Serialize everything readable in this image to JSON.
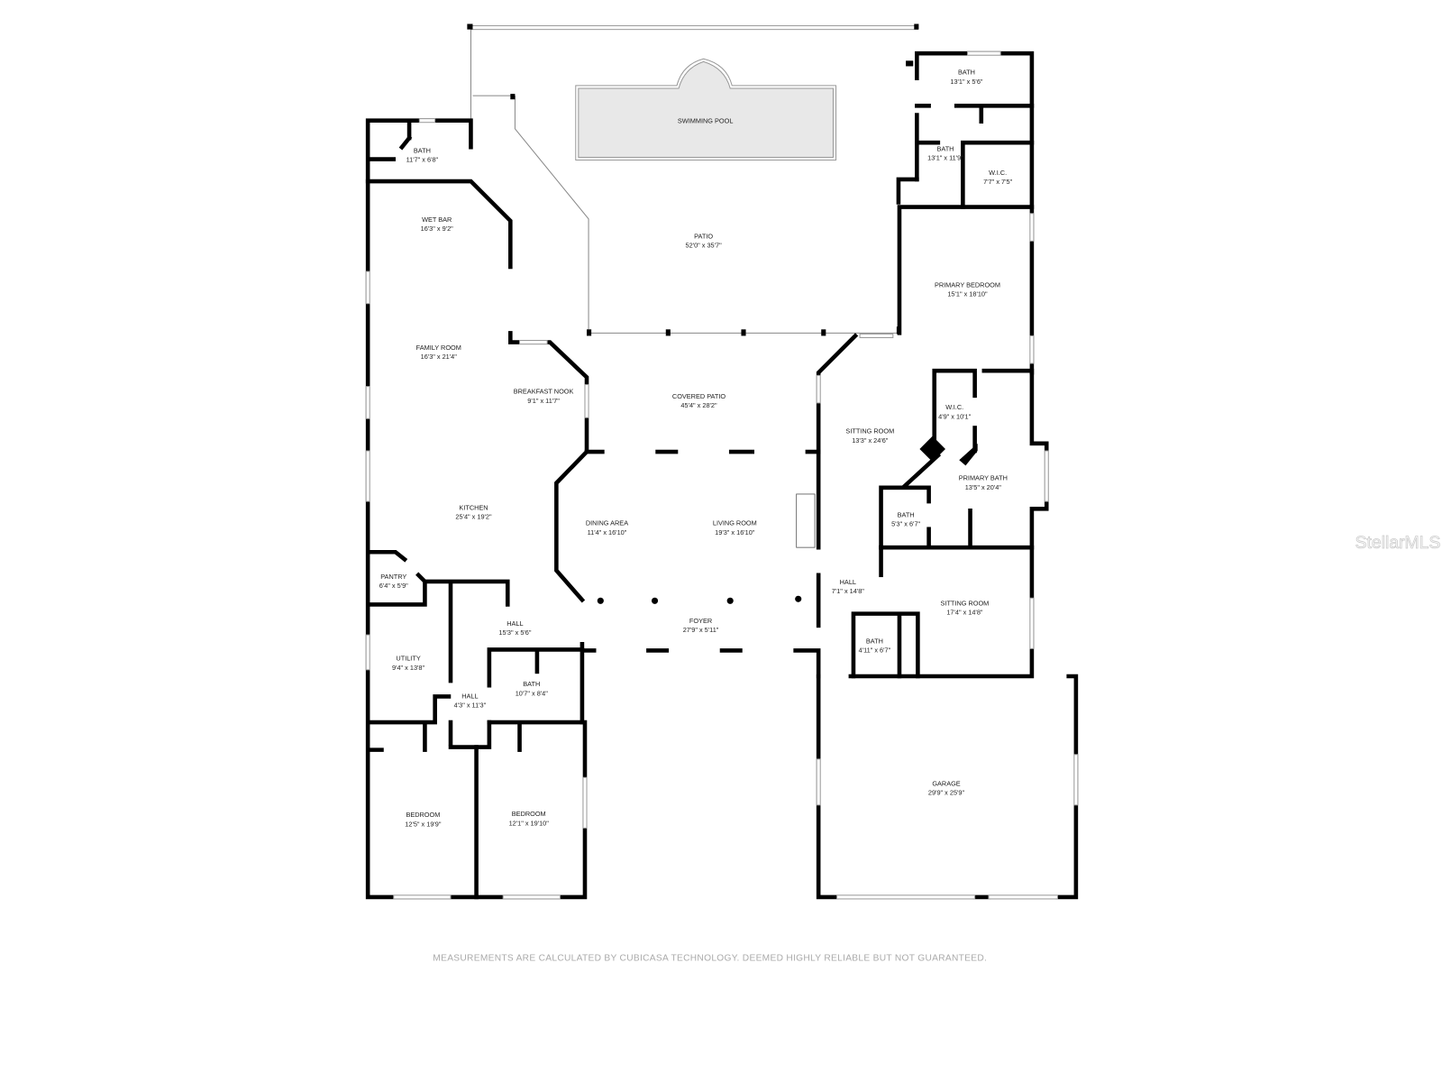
{
  "rooms": [
    {
      "name": "BATH",
      "dims": "11'7\" x 6'8\""
    },
    {
      "name": "WET BAR",
      "dims": "16'3\" x 9'2\""
    },
    {
      "name": "FAMILY ROOM",
      "dims": "16'3\" x 21'4\""
    },
    {
      "name": "BREAKFAST NOOK",
      "dims": "9'1\" x 11'7\""
    },
    {
      "name": "KITCHEN",
      "dims": "25'4\" x 19'2\""
    },
    {
      "name": "PANTRY",
      "dims": "6'4\" x 5'9\""
    },
    {
      "name": "UTILITY",
      "dims": "9'4\" x 13'8\""
    },
    {
      "name": "HALL",
      "dims": "15'3\" x 5'6\""
    },
    {
      "name": "HALL",
      "dims": "4'3\" x 11'3\""
    },
    {
      "name": "BATH",
      "dims": "10'7\" x 8'4\""
    },
    {
      "name": "BEDROOM",
      "dims": "12'5\" x 19'9\""
    },
    {
      "name": "BEDROOM",
      "dims": "12'1\" x 19'10\""
    },
    {
      "name": "SWIMMING POOL",
      "dims": ""
    },
    {
      "name": "PATIO",
      "dims": "52'0\" x 35'7\""
    },
    {
      "name": "COVERED PATIO",
      "dims": "45'4\" x 28'2\""
    },
    {
      "name": "DINING AREA",
      "dims": "11'4\" x 16'10\""
    },
    {
      "name": "LIVING ROOM",
      "dims": "19'3\" x 16'10\""
    },
    {
      "name": "FOYER",
      "dims": "27'9\" x 5'11\""
    },
    {
      "name": "BATH",
      "dims": "13'1\" x 5'6\""
    },
    {
      "name": "BATH",
      "dims": "13'1\" x 11'9\""
    },
    {
      "name": "W.I.C.",
      "dims": "7'7\" x 7'5\""
    },
    {
      "name": "PRIMARY BEDROOM",
      "dims": "15'1\" x 18'10\""
    },
    {
      "name": "W.I.C.",
      "dims": "4'9\" x 10'1\""
    },
    {
      "name": "SITTING ROOM",
      "dims": "13'3\" x 24'6\""
    },
    {
      "name": "PRIMARY BATH",
      "dims": "13'5\" x 20'4\""
    },
    {
      "name": "BATH",
      "dims": "5'3\" x 6'7\""
    },
    {
      "name": "HALL",
      "dims": "7'1\" x 14'8\""
    },
    {
      "name": "SITTING ROOM",
      "dims": "17'4\" x 14'8\""
    },
    {
      "name": "BATH",
      "dims": "4'11\" x 6'7\""
    },
    {
      "name": "GARAGE",
      "dims": "29'9\" x 25'9\""
    }
  ],
  "footer": "MEASUREMENTS ARE CALCULATED BY CUBICASA TECHNOLOGY. DEEMED HIGHLY RELIABLE BUT NOT GUARANTEED.",
  "watermark": "StellarMLS",
  "colors": {
    "wall": "#000000",
    "pool_fill": "#e8e8e8",
    "footer_text": "#aaaaaa"
  }
}
